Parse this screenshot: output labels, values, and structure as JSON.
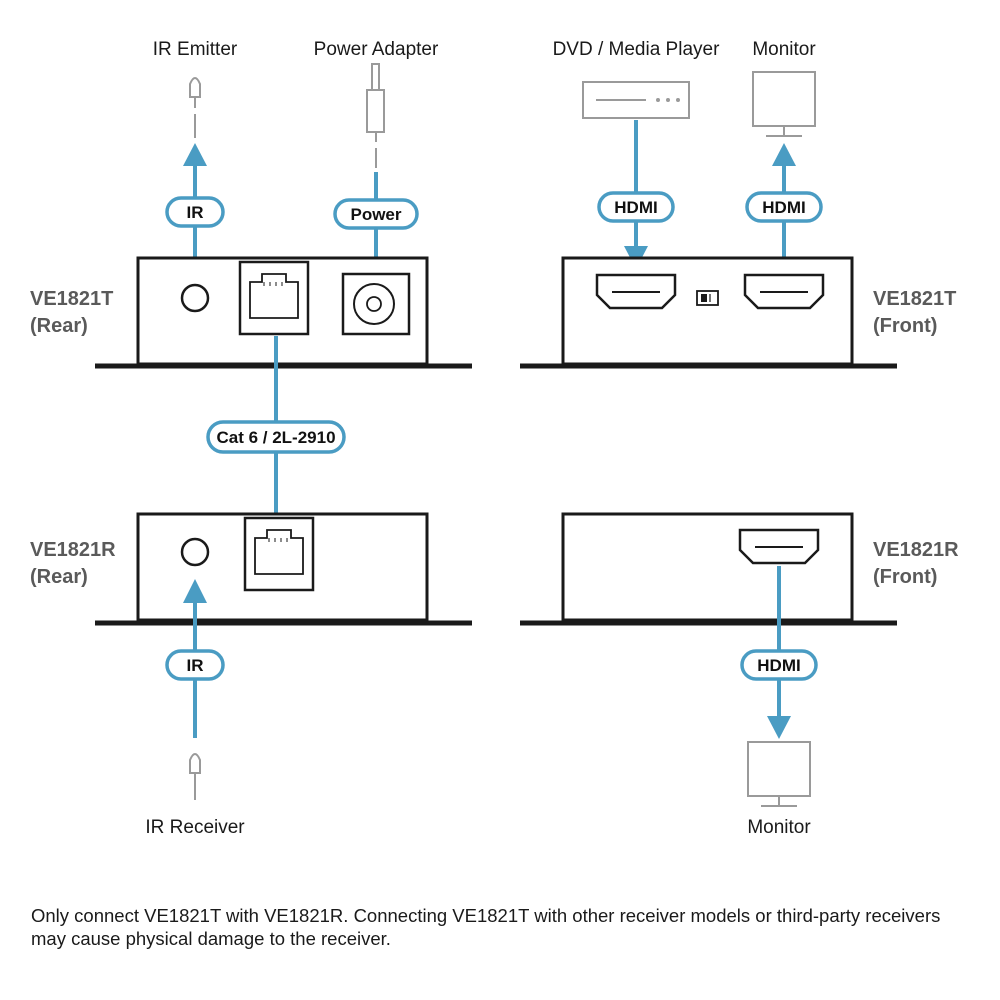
{
  "colors": {
    "accent": "#4a9cc3",
    "device_outline": "#1a1a1a",
    "peripheral_gray": "#9a9a9a"
  },
  "peripherals": {
    "ir_emitter": "IR Emitter",
    "power_adapter": "Power Adapter",
    "dvd_player": "DVD / Media Player",
    "monitor_top": "Monitor",
    "ir_receiver": "IR Receiver",
    "monitor_bottom": "Monitor"
  },
  "devices": {
    "tx_rear": [
      "VE1821T",
      "(Rear)"
    ],
    "tx_front": [
      "VE1821T",
      "(Front)"
    ],
    "rx_rear": [
      "VE1821R",
      "(Rear)"
    ],
    "rx_front": [
      "VE1821R",
      "(Front)"
    ]
  },
  "cables": {
    "ir_top": "IR",
    "power": "Power",
    "hdmi_in": "HDMI",
    "hdmi_out": "HDMI",
    "cat6": "Cat 6 / 2L-2910",
    "ir_bottom": "IR",
    "hdmi_rx": "HDMI"
  },
  "icons": [
    "ir-emitter-icon",
    "power-plug-icon",
    "dvd-player-icon",
    "monitor-icon",
    "ir-receiver-icon",
    "rj45-port-icon",
    "hdmi-port-icon",
    "dc-jack-icon",
    "dip-switch-icon"
  ],
  "note": "Only connect VE1821T with VE1821R. Connecting VE1821T with other receiver models or third-party receivers may cause physical damage to the receiver."
}
